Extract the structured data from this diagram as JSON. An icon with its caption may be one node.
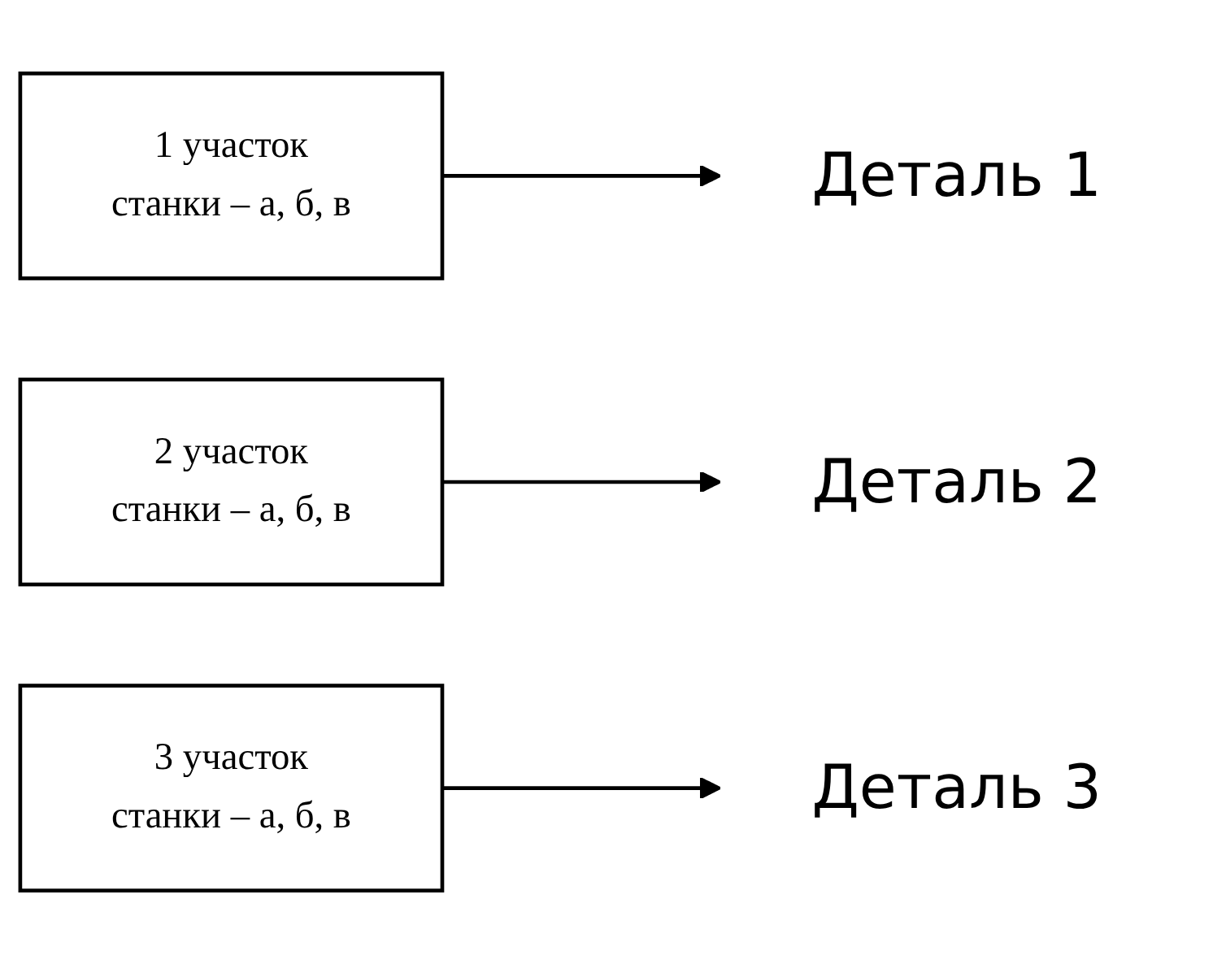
{
  "diagram": {
    "nodes": [
      {
        "text": [
          "1 участок",
          "станки – а, б, в"
        ]
      },
      {
        "text": [
          "Деталь 1"
        ]
      },
      {
        "text": [
          "2 участок",
          "станки – а, б, в"
        ]
      },
      {
        "text": [
          "Деталь 2"
        ]
      },
      {
        "text": [
          "3 участок",
          "станки – а, б, в"
        ]
      },
      {
        "text": [
          "Деталь 3"
        ]
      }
    ],
    "edges": [
      {
        "from": 0,
        "to": 1,
        "arrow": "to"
      },
      {
        "from": 2,
        "to": 3,
        "arrow": "to"
      },
      {
        "from": 4,
        "to": 5,
        "arrow": "to"
      }
    ]
  }
}
